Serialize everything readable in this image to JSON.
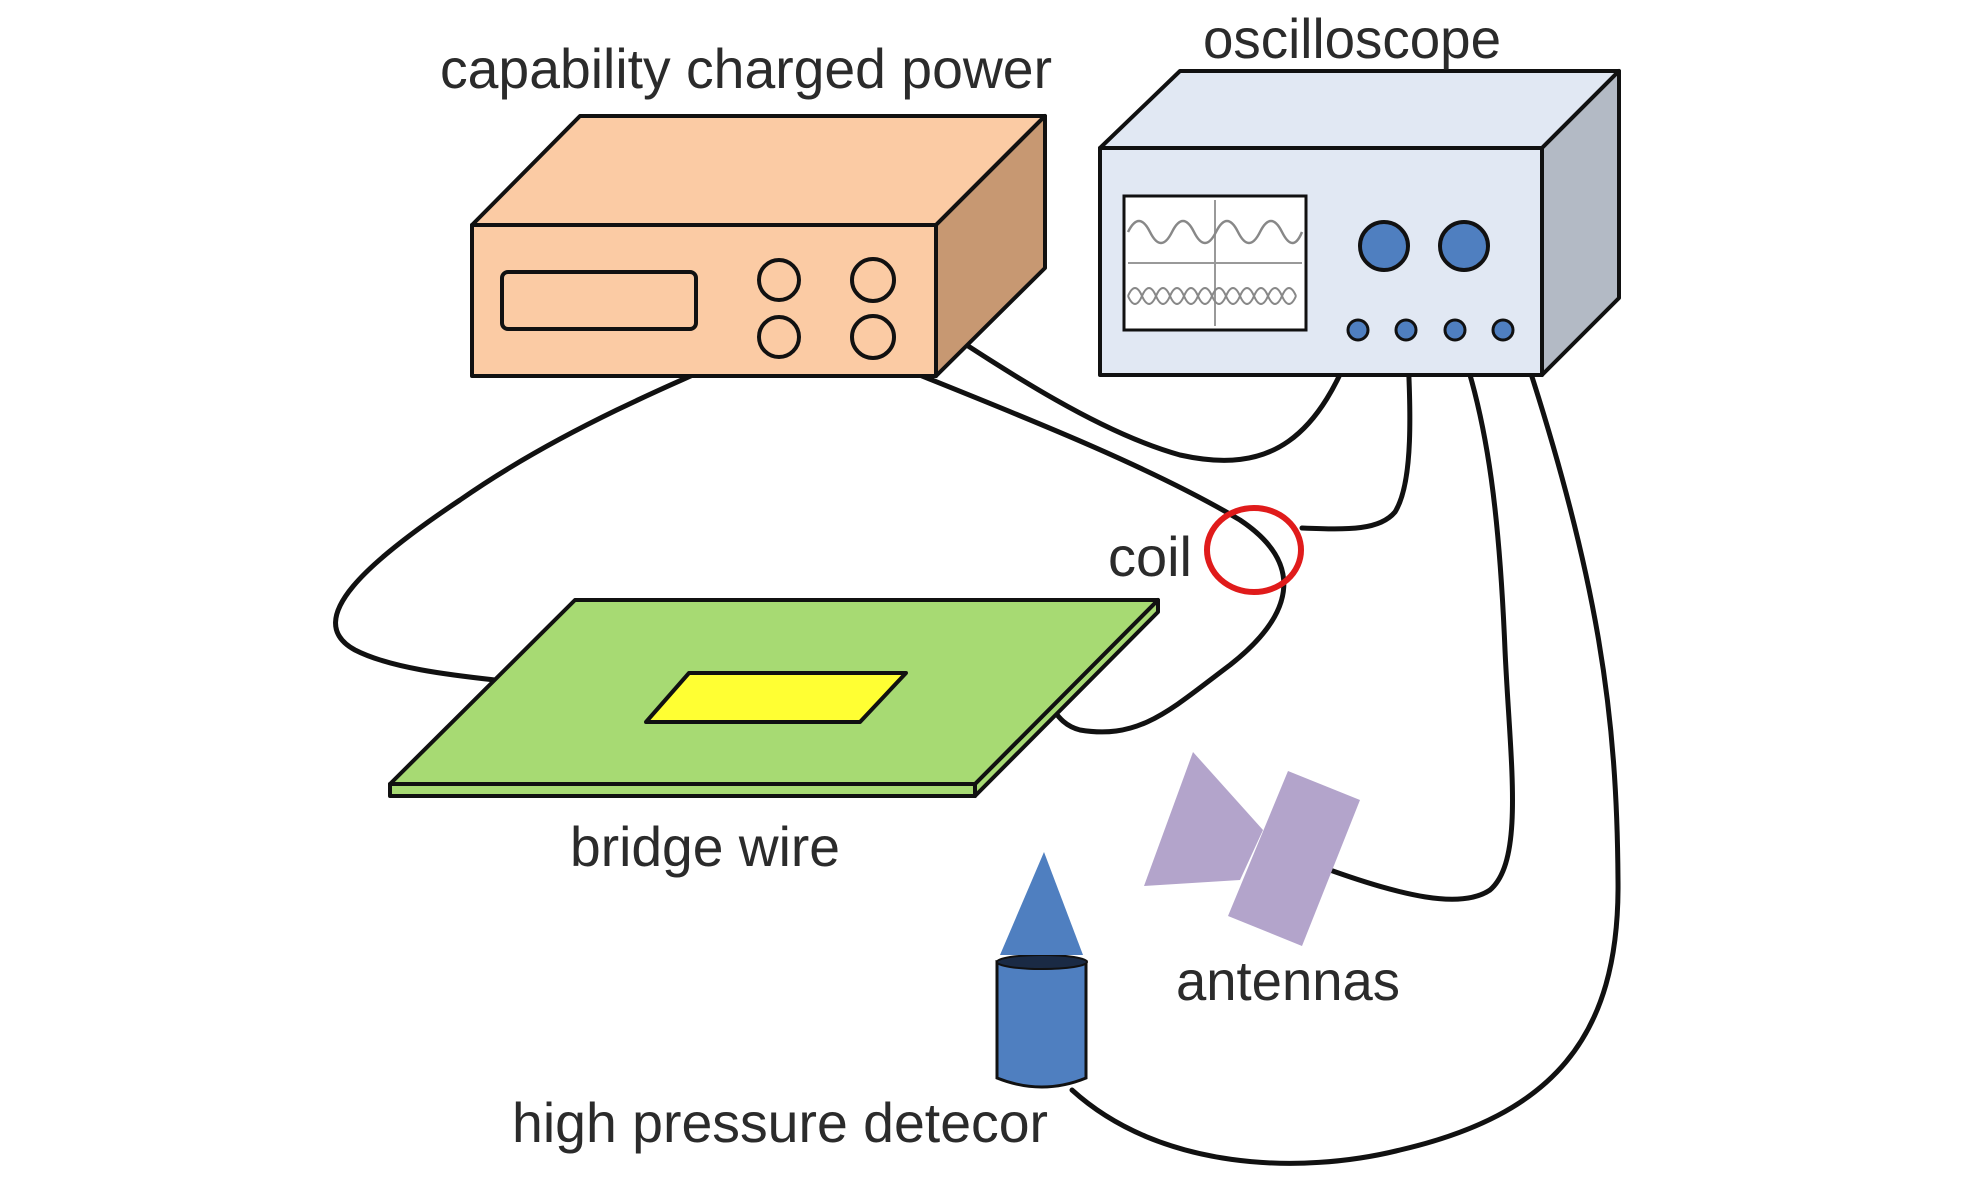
{
  "labels": {
    "power_supply": "capability charged power",
    "oscilloscope": "oscilloscope",
    "coil": "coil",
    "bridge_wire": "bridge wire",
    "antennas": "antennas",
    "detector": "high pressure detecor"
  },
  "colors": {
    "power_front": "#fbcba4",
    "power_top": "#fbcba4",
    "power_side": "#c79872",
    "scope_front": "#e1e8f3",
    "scope_top": "#e1e8f3",
    "scope_side": "#b3bac5",
    "knob_blue": "#4f7fc0",
    "board_green": "#a7da73",
    "chip_yellow": "#ffff33",
    "coil_red": "#e01b1b",
    "antenna_purple": "#b3a4cb",
    "detector_blue": "#4f7fc0",
    "wire": "#111111"
  }
}
